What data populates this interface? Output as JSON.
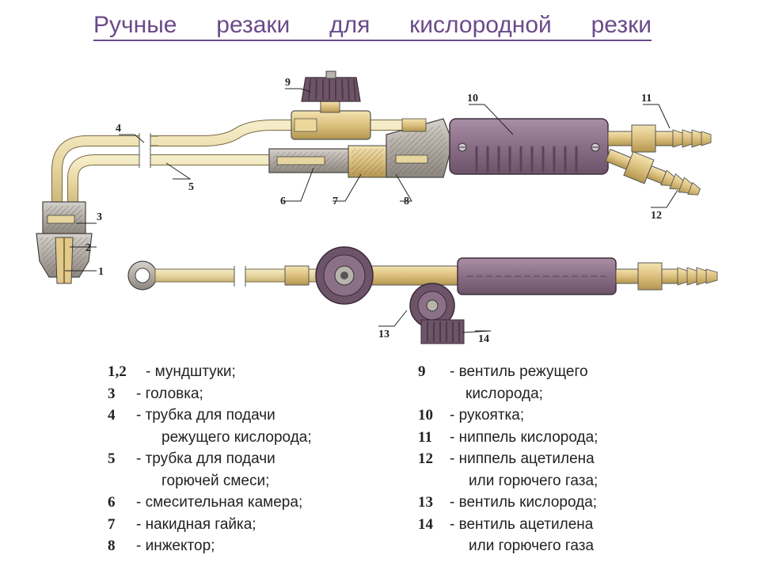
{
  "title": {
    "words": [
      "Ручные",
      "резаки",
      "для",
      "кислородной",
      "резки"
    ]
  },
  "callouts": [
    "1",
    "2",
    "3",
    "4",
    "5",
    "6",
    "7",
    "8",
    "9",
    "10",
    "11",
    "12",
    "13",
    "14"
  ],
  "legend_left": [
    {
      "num": "1,2",
      "text": "- мундштуки;"
    },
    {
      "num": "3",
      "text": "- головка;"
    },
    {
      "num": "4",
      "text": "- трубка для подачи"
    },
    {
      "num": "",
      "text": "режущего кислорода;"
    },
    {
      "num": "5",
      "text": "- трубка для подачи"
    },
    {
      "num": "",
      "text": "горючей смеси;"
    },
    {
      "num": "6",
      "text": "- смесительная камера;"
    },
    {
      "num": "7",
      "text": "- накидная гайка;"
    },
    {
      "num": "8",
      "text": "- инжектор;"
    }
  ],
  "legend_right": [
    {
      "num": "9",
      "text": "- вентиль режущего"
    },
    {
      "num": "",
      "text": "кислорода;"
    },
    {
      "num": "10",
      "text": "- рукоятка;"
    },
    {
      "num": "11",
      "text": "- ниппель кислорода;"
    },
    {
      "num": "12",
      "text": "- ниппель ацетилена"
    },
    {
      "num": "",
      "text": "или горючего газа;"
    },
    {
      "num": "13",
      "text": "- вентиль кислорода;"
    },
    {
      "num": "14",
      "text": "- вентиль ацетилена"
    },
    {
      "num": "",
      "text": "или горючего газа"
    }
  ],
  "colors": {
    "tube": "#e8d9a6",
    "brass": "#e3c98a",
    "handle": "#8c7088",
    "valve": "#6e5468",
    "metal": "#b9b3ad",
    "title": "#6b4a8a"
  }
}
